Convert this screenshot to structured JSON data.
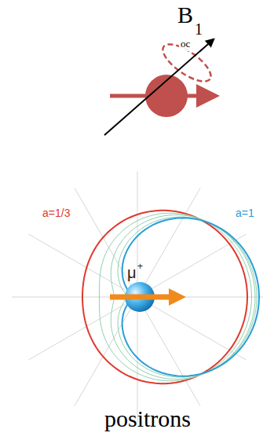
{
  "diagram": {
    "labels": [
      "B",
      "1",
      "oc",
      "μ",
      "+",
      "a=1/3",
      "a=1",
      "positrons"
    ]
  }
}
